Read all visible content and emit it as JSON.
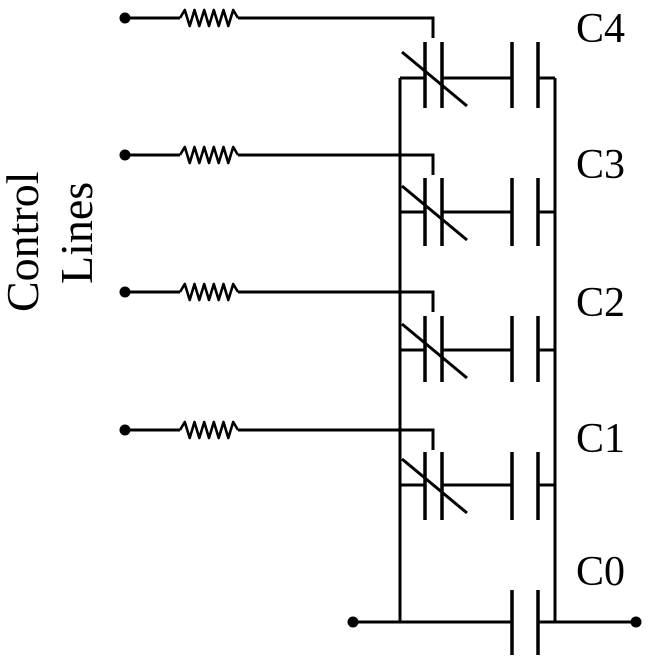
{
  "side_label": {
    "line1": "Control",
    "line2": "Lines"
  },
  "control_lines": [
    {
      "label": "C4"
    },
    {
      "label": "C3"
    },
    {
      "label": "C2"
    },
    {
      "label": "C1"
    }
  ],
  "bottom_capacitor": {
    "label": "C0"
  }
}
